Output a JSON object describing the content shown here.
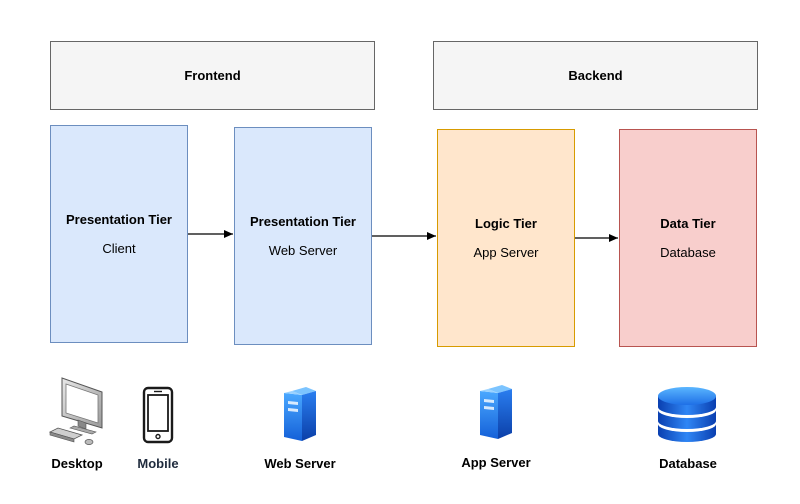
{
  "headers": {
    "frontend": "Frontend",
    "backend": "Backend"
  },
  "tiers": [
    {
      "title": "Presentation Tier",
      "subtitle": "Client",
      "color": "#dae8fc",
      "border": "#6c8ebf"
    },
    {
      "title": "Presentation Tier",
      "subtitle": "Web Server",
      "color": "#dae8fc",
      "border": "#6c8ebf"
    },
    {
      "title": "Logic Tier",
      "subtitle": "App Server",
      "color": "#ffe6cc",
      "border": "#d79b00"
    },
    {
      "title": "Data Tier",
      "subtitle": "Database",
      "color": "#f8cecc",
      "border": "#b85450"
    }
  ],
  "icons": [
    {
      "name": "desktop-icon",
      "label": "Desktop"
    },
    {
      "name": "mobile-icon",
      "label": "Mobile",
      "label_color": "#1f2b3d"
    },
    {
      "name": "server-icon",
      "label": "Web Server"
    },
    {
      "name": "server-icon",
      "label": "App Server"
    },
    {
      "name": "database-icon",
      "label": "Database"
    }
  ]
}
